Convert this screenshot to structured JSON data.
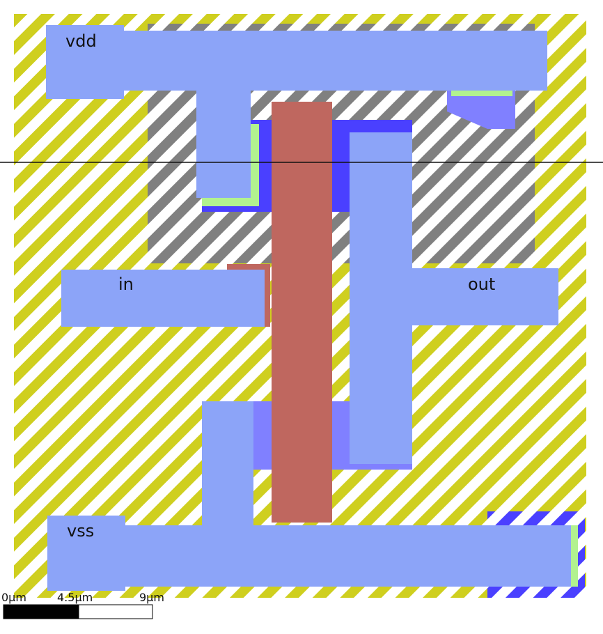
{
  "labels": {
    "vdd": "vdd",
    "vss": "vss",
    "in": "in",
    "out": "out"
  },
  "scale_bar": {
    "ticks": [
      "0µm",
      "4.5µm",
      "9µm"
    ]
  },
  "layer_colors": {
    "nwell": "#cfcf1f",
    "pdiff_region": "#808080",
    "metal1": "#8ca4f8",
    "poly": "#bf675f",
    "diffusion": "#4a40ff",
    "contact_light": "#8080ff",
    "highlight": "#b2f28f",
    "cut_line": "#111111"
  }
}
